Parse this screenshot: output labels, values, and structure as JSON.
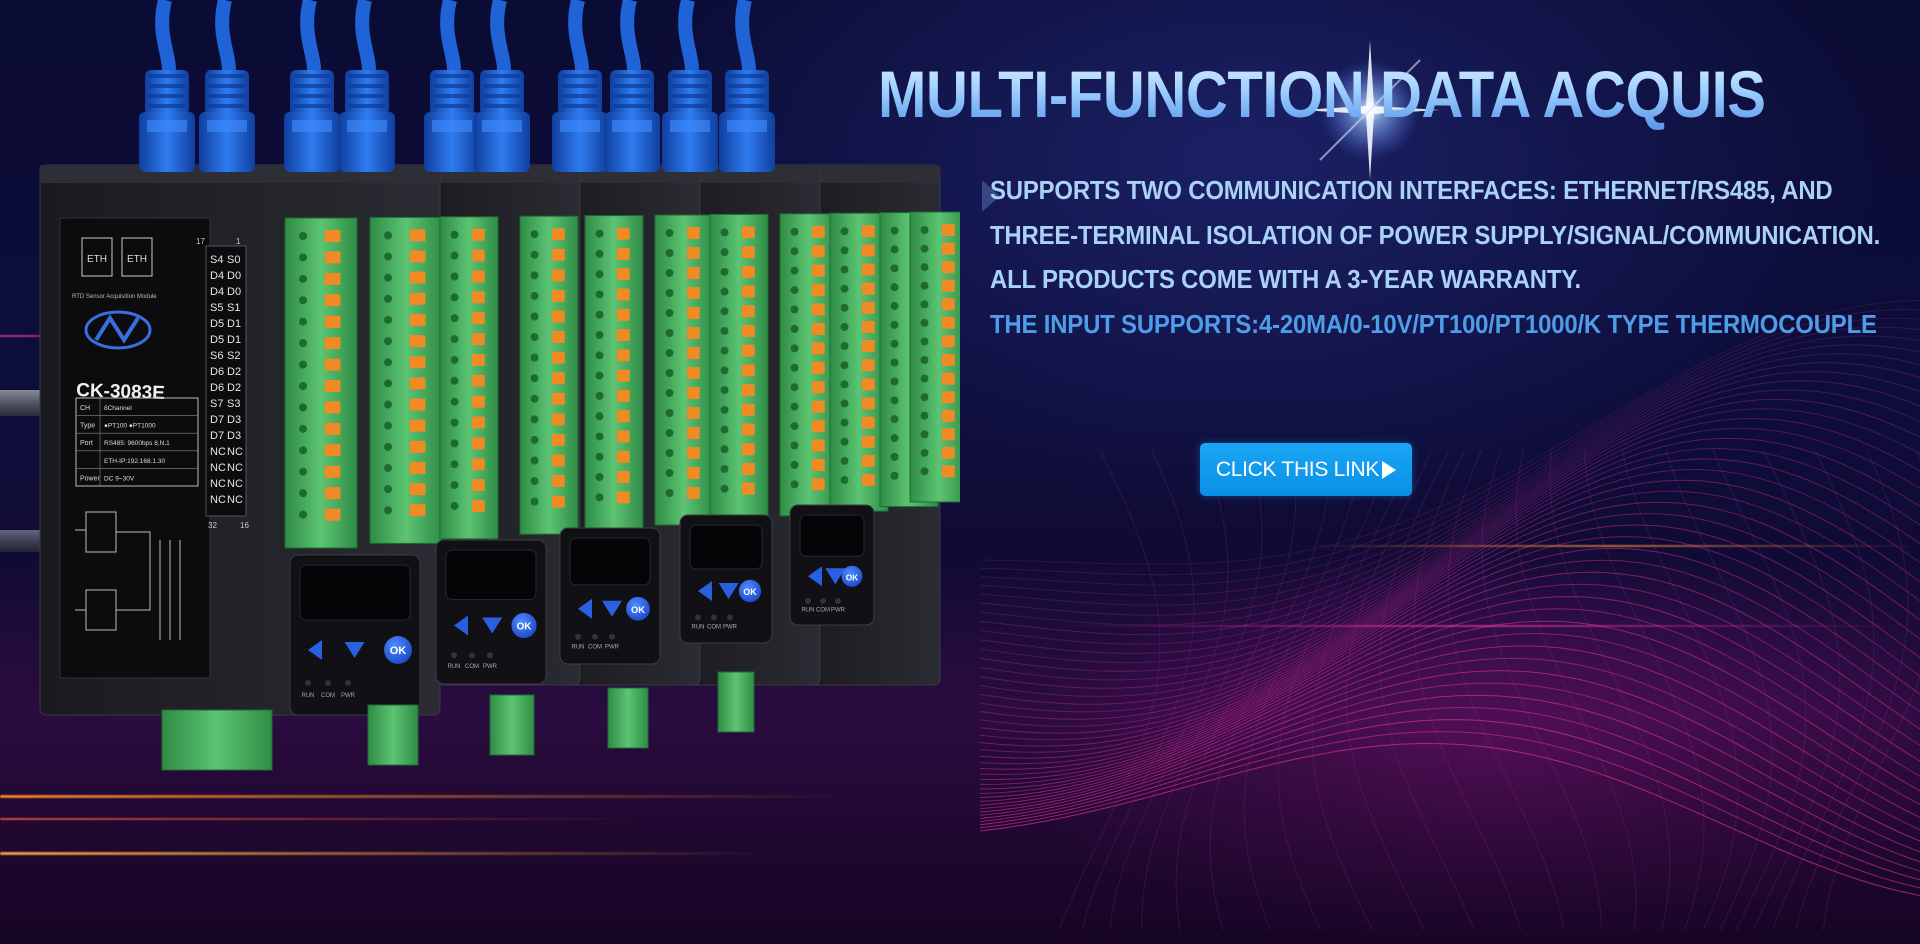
{
  "banner": {
    "headline": "MULTI-FUNCTION DATA ACQUISITION",
    "description_part1": "SUPPORTS TWO COMMUNICATION INTERFACES: ETHERNET/RS485, AND THREE-TERMINAL ISOLATION OF POWER SUPPLY/SIGNAL/COMMUNICATION. ALL PRODUCTS COME WITH A 3-YEAR WARRANTY.",
    "description_part2": "THE INPUT SUPPORTS:4-20MA/0-10V/PT100/PT1000/K TYPE THERMOCOUPLE",
    "cta_label": "CLICK THIS LINK",
    "cta_icon": "play-triangle-icon"
  },
  "device": {
    "model": "CK-3083E",
    "module_name": "RTD Sensor Acquisition Module",
    "ports": [
      "ETH",
      "ETH"
    ],
    "spec_rows": [
      {
        "label": "CH",
        "value": "8Channel"
      },
      {
        "label": "Type",
        "value": "●PT100 ●PT1000"
      },
      {
        "label": "Port",
        "value": "RS485: 9600bps 8,N,1"
      },
      {
        "label": "",
        "value": "ETH-IP:192.168.1.30"
      },
      {
        "label": "Power",
        "value": "DC 9~30V"
      }
    ],
    "pin_top_left": "17",
    "pin_top_right": "1",
    "pin_bottom_left": "32",
    "pin_bottom_right": "16",
    "pins_left": [
      "S4",
      "D4",
      "D4",
      "S5",
      "D5",
      "D5",
      "S6",
      "D6",
      "D6",
      "S7",
      "D7",
      "D7",
      "NC",
      "NC",
      "NC",
      "NC"
    ],
    "pins_right": [
      "S0",
      "D0",
      "D0",
      "S1",
      "D1",
      "D1",
      "S2",
      "D2",
      "D2",
      "S3",
      "D3",
      "D3",
      "NC",
      "NC",
      "NC",
      "NC"
    ],
    "panel_button_ok": "OK",
    "leds": [
      "RUN",
      "COM",
      "PWR"
    ]
  },
  "colors": {
    "headline_top": "#e6f3ff",
    "headline_bottom": "#4f8fe8",
    "desc_light": "#a9d2f6",
    "desc_blue": "#4f9de8",
    "cta_bg": "#0a8fe6",
    "terminal_green": "#3fae5a",
    "terminal_orange": "#f08a24",
    "cable_blue": "#1f63d6"
  }
}
